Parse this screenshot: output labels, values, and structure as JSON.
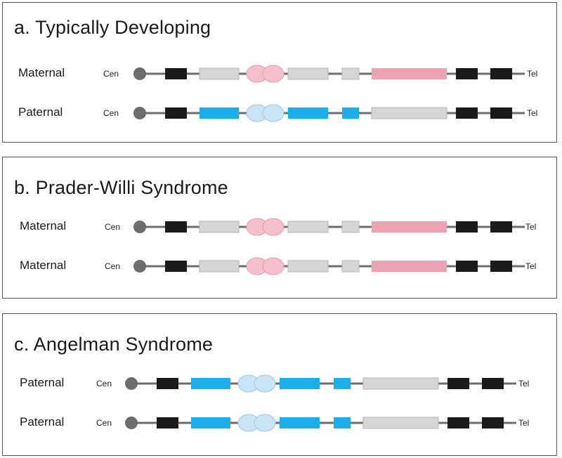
{
  "colors": {
    "backbone": "#6d6d6d",
    "centromere": "#6d6d6d",
    "black_gene": "#1b1b1b",
    "gray_gene": "#d6d6d6",
    "maternal_expressed": "#f0a2b5",
    "maternal_oval": "#f5c0cc",
    "paternal_expressed": "#1aaeea",
    "paternal_oval": "#c8e4f6",
    "border": "#555555"
  },
  "labels": {
    "centromere": "Cen",
    "telomere": "Tel"
  },
  "panels": [
    {
      "title": "a. Typically Developing",
      "rows": [
        {
          "parent": "Maternal",
          "pattern": "maternal"
        },
        {
          "parent": "Paternal",
          "pattern": "paternal"
        }
      ]
    },
    {
      "title": "b. Prader-Willi Syndrome",
      "rows": [
        {
          "parent": "Maternal",
          "pattern": "maternal"
        },
        {
          "parent": "Maternal",
          "pattern": "maternal"
        }
      ]
    },
    {
      "title": "c. Angelman Syndrome",
      "rows": [
        {
          "parent": "Paternal",
          "pattern": "paternal"
        },
        {
          "parent": "Paternal",
          "pattern": "paternal"
        }
      ]
    }
  ]
}
